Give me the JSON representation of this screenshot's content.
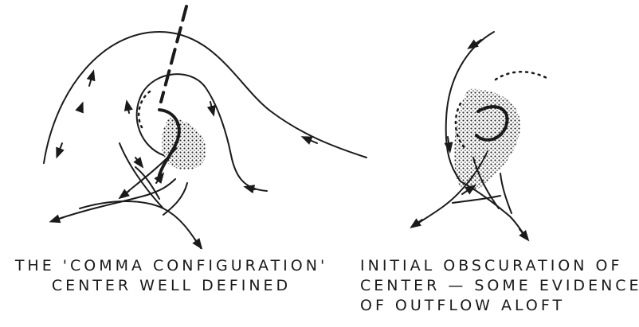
{
  "panels": [
    {
      "id": "comma-configuration",
      "caption_lines": [
        "THE 'COMMA CONFIGURATION'",
        "CENTER WELL DEFINED"
      ]
    },
    {
      "id": "initial-obscuration",
      "caption_lines": [
        "INITIAL OBSCURATION OF",
        "CENTER — SOME EVIDENCE",
        "OF OUTFLOW ALOFT"
      ]
    }
  ],
  "colors": {
    "ink": "#1a1a1a",
    "stipple": "#2a2a2a",
    "background": "#ffffff"
  }
}
